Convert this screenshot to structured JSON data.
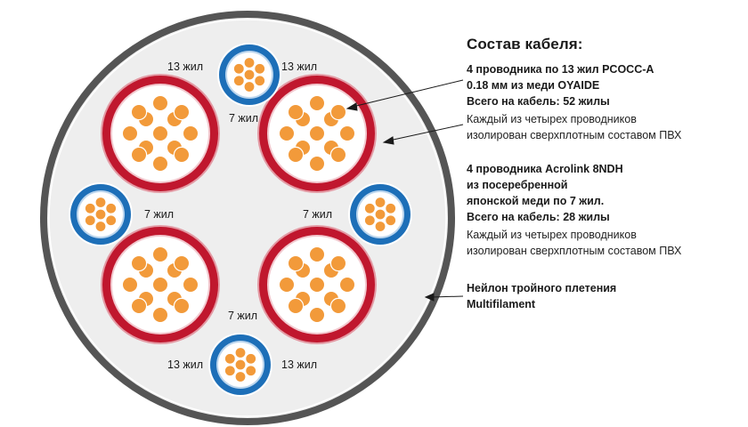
{
  "legend": {
    "title": "Состав кабеля:",
    "conductor_a": "4 проводника по 13 жил PCOCC-A\n0.18 мм из меди OYAIDE\nВсего на кабель: 52 жилы",
    "conductor_a_note": "Каждый из четырех проводников\nизолирован сверхплотным составом ПВХ",
    "conductor_b": "4 проводника Acrolink 8NDH\nиз посеребренной\nяпонской меди по 7 жил.\nВсего на кабель: 28 жилы",
    "conductor_b_note": "Каждый из четырех проводников\nизолирован сверхплотным составом ПВХ",
    "braid": "Нейлон тройного плетения\nMultifilament"
  },
  "labels": {
    "thirteen_strands": "13 жил",
    "seven_strands": "7 жил"
  },
  "colors": {
    "outer_jacket": "#555555",
    "jacket_fill": "#eeeeee",
    "large_insulation": "#c0172e",
    "small_insulation": "#1d6fb8",
    "strand": "#f29a3a"
  }
}
